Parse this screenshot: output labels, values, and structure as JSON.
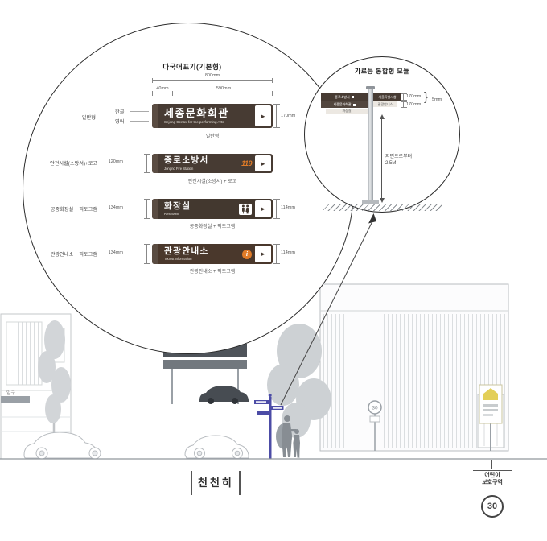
{
  "left_detail": {
    "title": "다국어표기(기본형)",
    "dim_total": "800mm",
    "dim_band": "40mm",
    "dim_text": "590mm",
    "rows": [
      {
        "group_label": "일반형",
        "lang_top": "한글",
        "lang_bottom": "영어",
        "right_dim": "170mm",
        "kr": "세종문화회관",
        "en": "Sejong Center for the performing Arts",
        "caption": "일반형",
        "arrow": "►"
      },
      {
        "group_label": "안전시설(소방서)+로고",
        "left_dim": "120mm",
        "kr": "종로소방서",
        "en": "Jongno Fire Station",
        "logo": "119",
        "caption": "안전시설(소방서) + 로고",
        "arrow": "►"
      },
      {
        "group_label": "공중화장실 + 픽토그램",
        "left_dim": "134mm",
        "right_dim": "114mm",
        "kr": "화장실",
        "en": "Restroom",
        "caption": "공중화장실 + 픽토그램",
        "arrow": "►"
      },
      {
        "group_label": "관광안내소 + 픽토그램",
        "left_dim": "134mm",
        "right_dim": "114mm",
        "kr": "관광안내소",
        "en": "Tourist Information",
        "info": "i",
        "caption": "관광안내소 + 픽토그램",
        "arrow": "►"
      }
    ]
  },
  "right_detail": {
    "title": "가로등 통합형 모듈",
    "dim_top": "170mm",
    "dim_bottom": "170mm",
    "brace": "}",
    "dim_gap": "5mm",
    "ground_note_1": "지면으로부터",
    "ground_note_2": "2.5M",
    "pole_signs_left": [
      "종로소방서",
      "세종문화회관",
      "화장실"
    ],
    "pole_signs_right": [
      "서울특별시청",
      "관광안내소"
    ]
  },
  "street": {
    "entrance_label": "입구",
    "road_marking": "천천히",
    "round_sign": "30",
    "school_zone_line1": "어린이",
    "school_zone_line2": "보호구역",
    "school_zone_speed": "30"
  },
  "colors": {
    "sign_brown": "#473b33",
    "accent_orange": "#e07b28",
    "pole_blue": "#4c4ca6"
  }
}
